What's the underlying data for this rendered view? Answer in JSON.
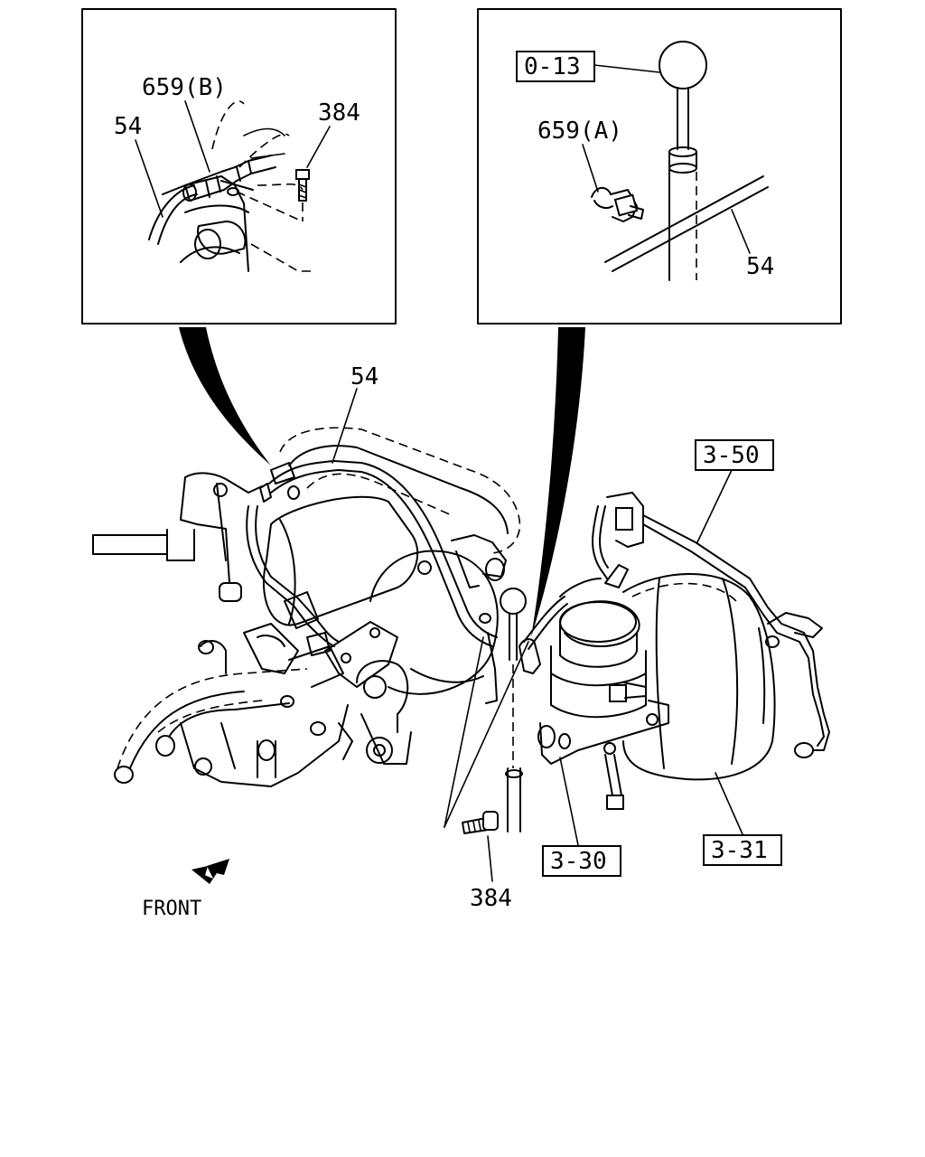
{
  "labels": {
    "inset_left_659b": "659(B)",
    "inset_left_54": "54",
    "inset_left_384": "384",
    "inset_right_0_13": "0-13",
    "inset_right_659a": "659(A)",
    "inset_right_54": "54",
    "main_54": "54",
    "main_3_50": "3-50",
    "main_3_30": "3-30",
    "main_3_31": "3-31",
    "main_384": "384",
    "front": "FRONT"
  },
  "icons": {
    "front_arrow": "front-direction-arrow-icon"
  }
}
